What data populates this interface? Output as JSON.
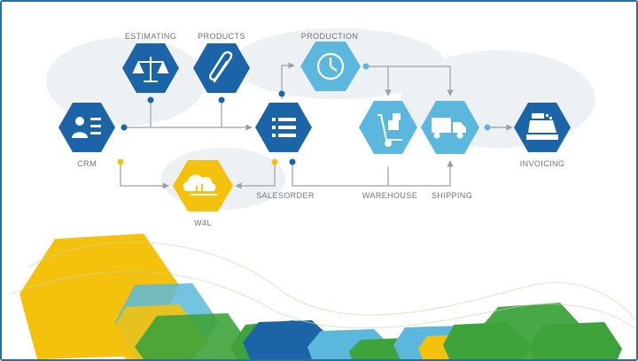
{
  "colors": {
    "dark_blue": "#1b64a8",
    "light_blue": "#5bb8dc",
    "yellow": "#f4c20d",
    "line": "#9aa0a6",
    "label": "#6f7479",
    "dot_blue": "#1b64a8",
    "dot_yellow": "#f4c20d",
    "dot_light": "#5bb8dc"
  },
  "nodes": {
    "estimating": {
      "label": "ESTIMATING",
      "icon": "scales-icon"
    },
    "products": {
      "label": "PRODUCTS",
      "icon": "paperclip-icon"
    },
    "production": {
      "label": "PRODUCTION",
      "icon": "clock-icon"
    },
    "crm": {
      "label": "CRM",
      "icon": "contact-card-icon"
    },
    "salesorder": {
      "label": "SALESORDER",
      "icon": "list-icon"
    },
    "warehouse": {
      "label": "WAREHOUSE",
      "icon": "hand-truck-icon"
    },
    "shipping": {
      "label": "SHIPPING",
      "icon": "truck-icon"
    },
    "invoicing": {
      "label": "INVOICING",
      "icon": "cash-register-icon"
    },
    "w4l": {
      "label": "W4L",
      "icon": "cloud-icon"
    }
  }
}
